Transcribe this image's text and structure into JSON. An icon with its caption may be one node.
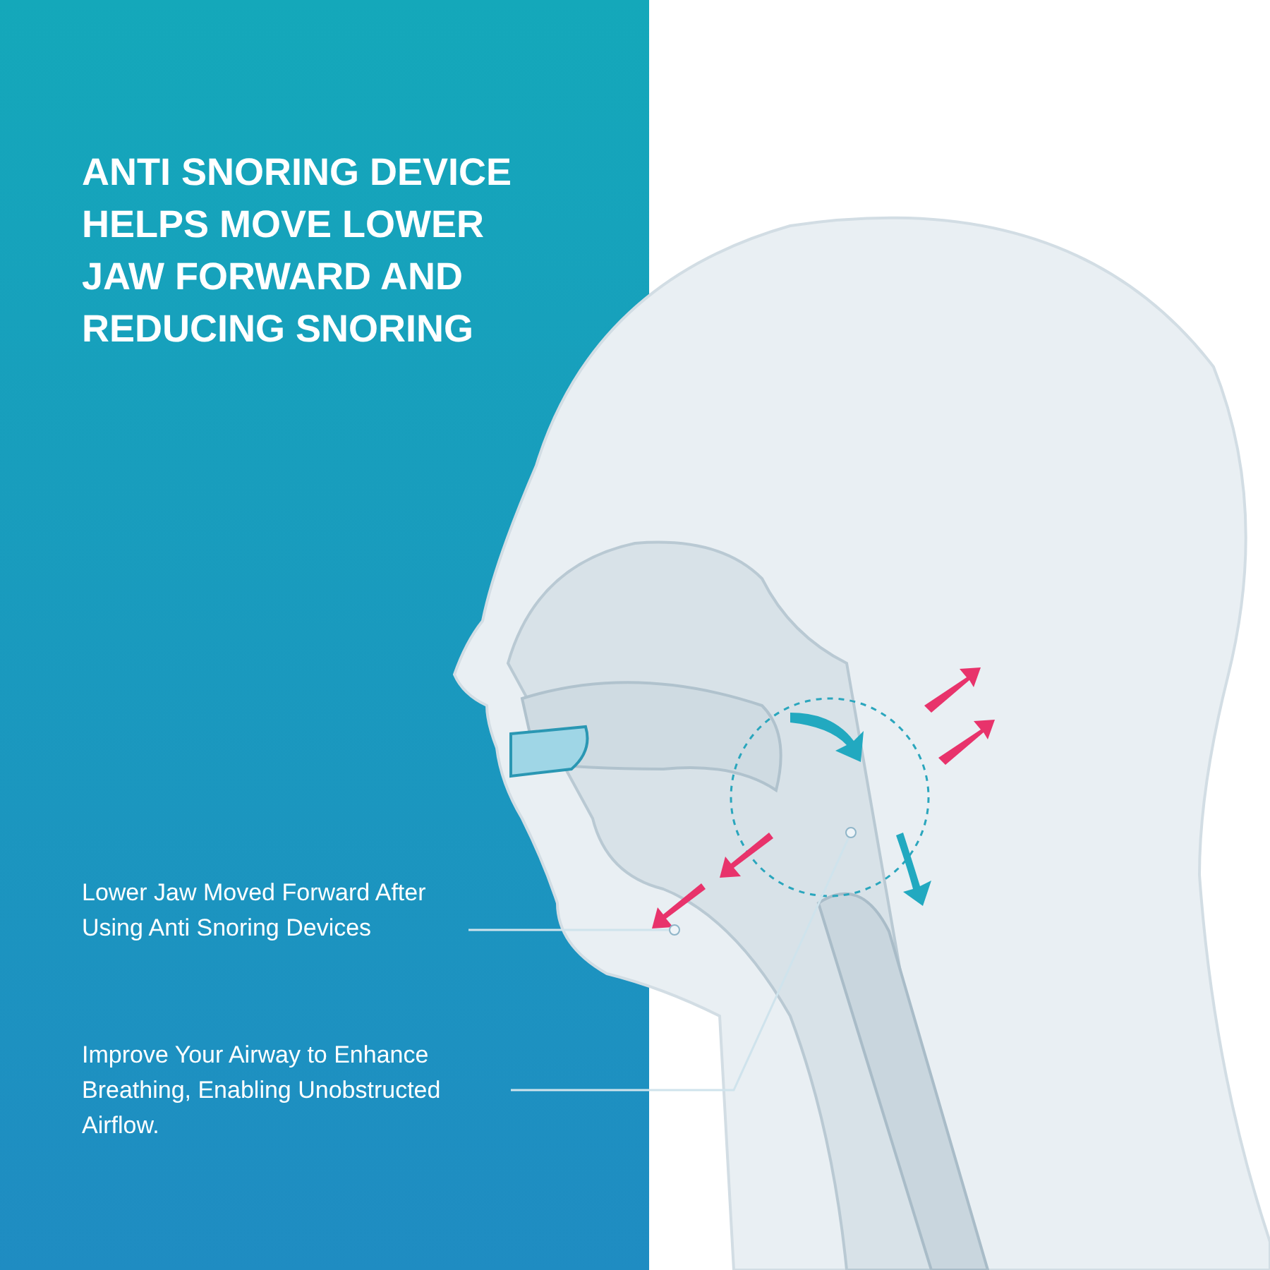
{
  "diagram": {
    "title": "ANTI SNORING DEVICE HELPS MOVE LOWER JAW FORWARD AND REDUCING SNORING",
    "nodes": [
      {
        "text": [
          "Lower Jaw Moved Forward After Using Anti Snoring Devices"
        ]
      },
      {
        "text": [],
        "shape": "circle"
      },
      {
        "text": [
          "Improve Your Airway to Enhance Breathing, Enabling Unobstructed Airflow."
        ]
      },
      {
        "text": [],
        "shape": "circle"
      }
    ],
    "edges": [
      {
        "from": 0,
        "to": 1,
        "arrow": "none"
      },
      {
        "from": 2,
        "to": 3,
        "arrow": "none"
      }
    ]
  }
}
